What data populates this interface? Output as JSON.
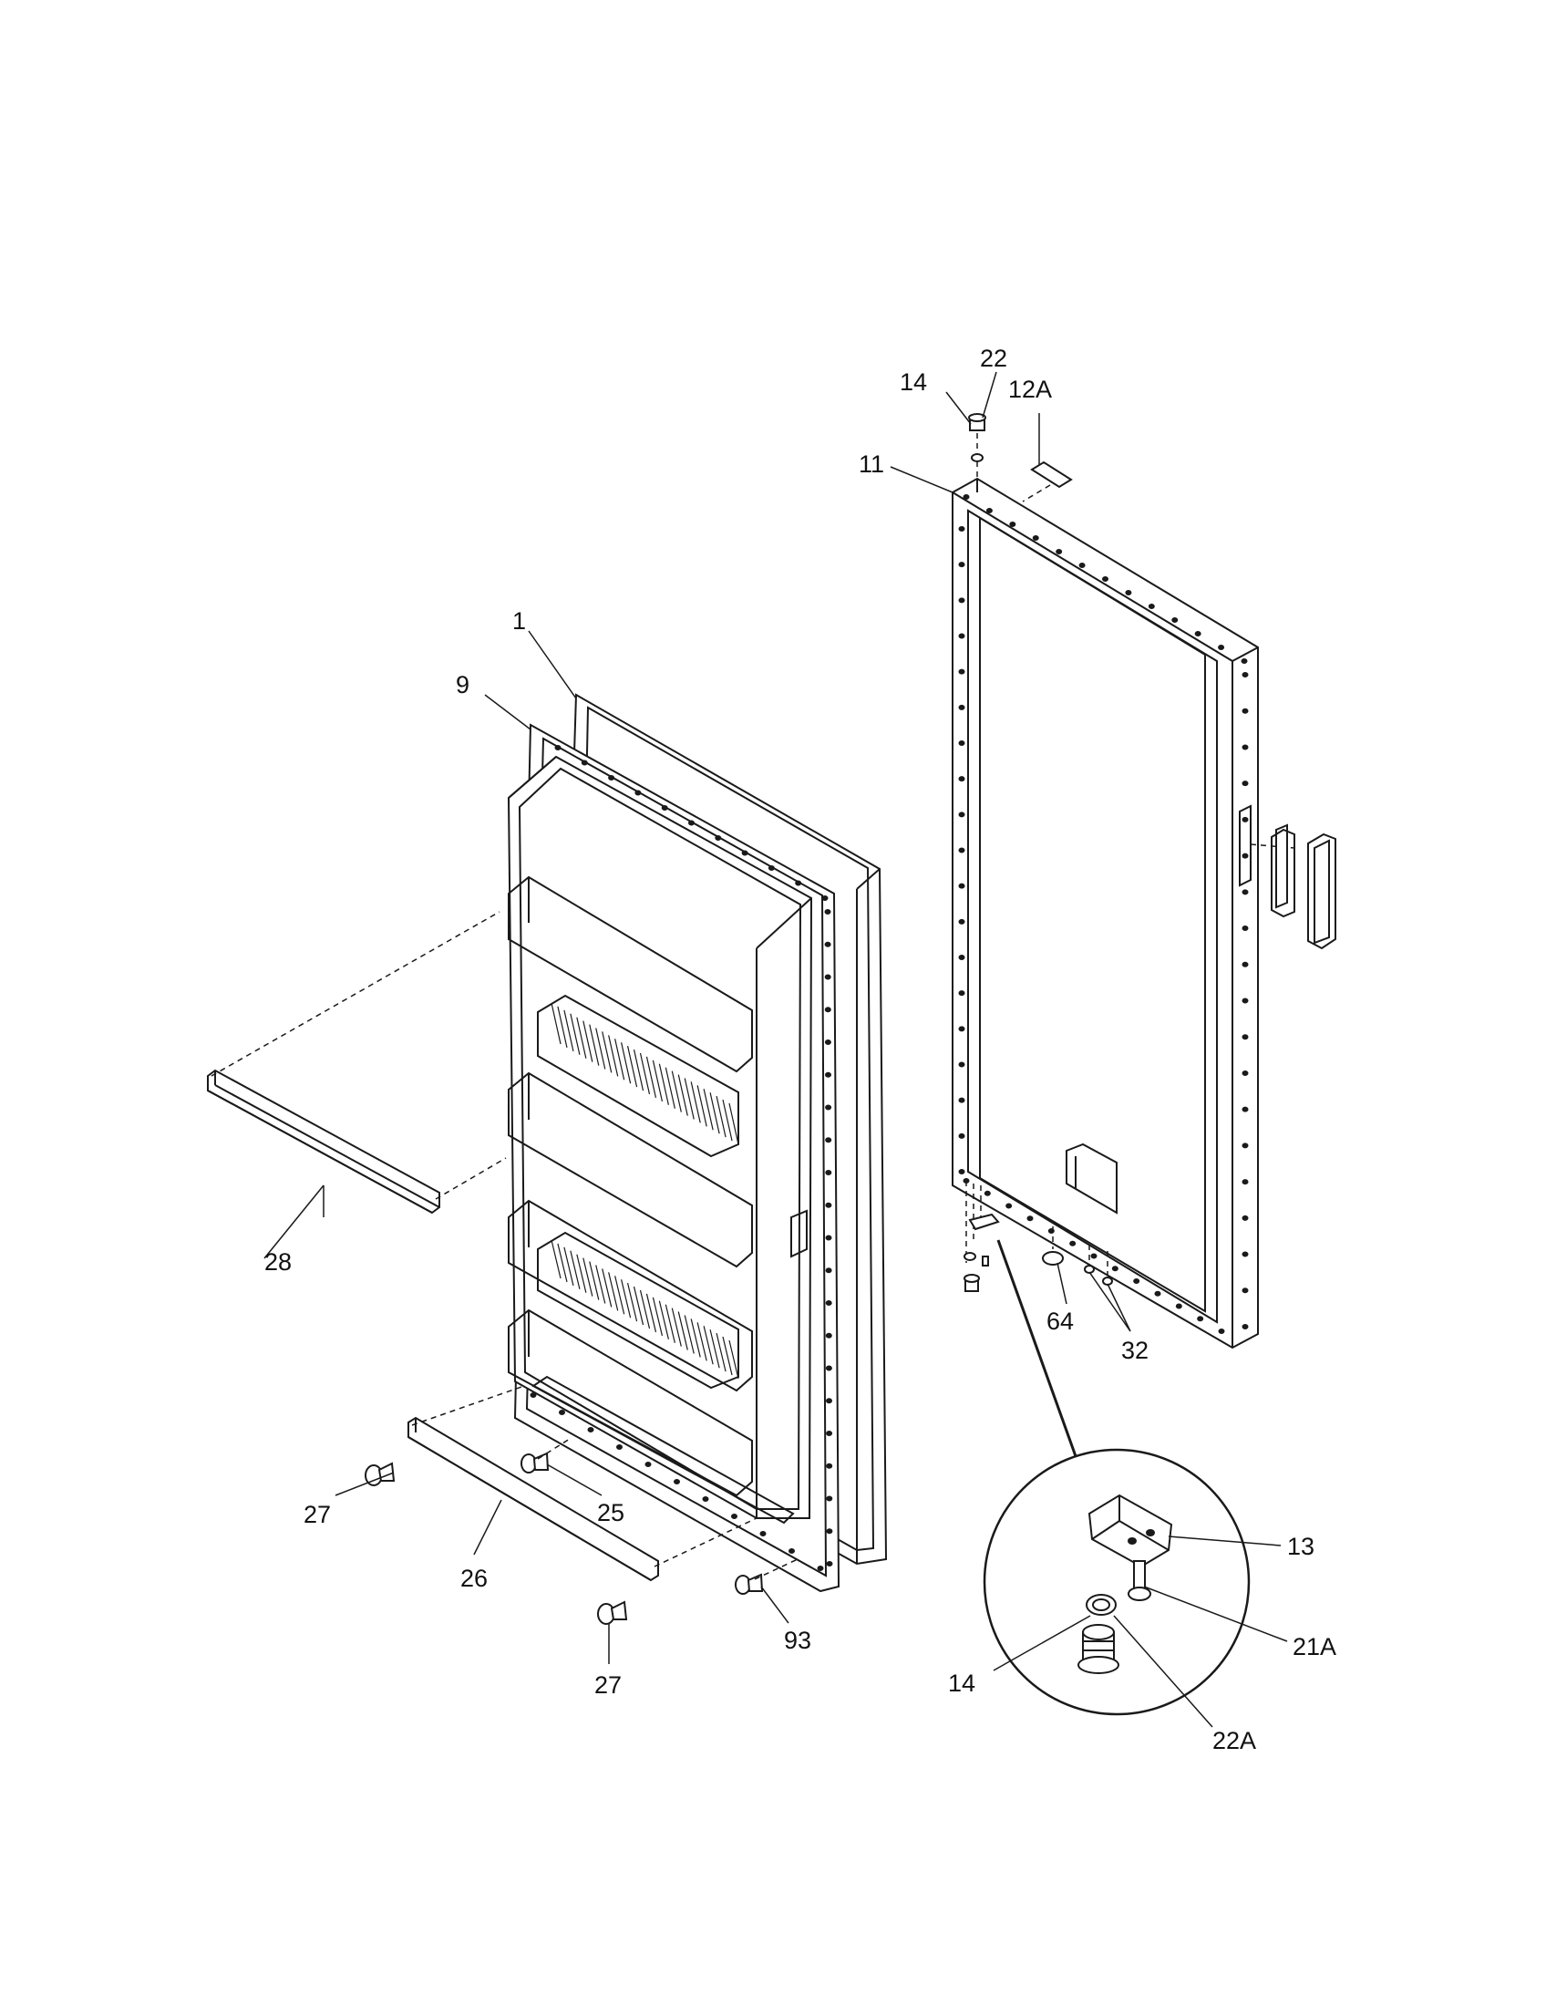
{
  "colors": {
    "ink": "#1a1a1a",
    "background": "#ffffff"
  },
  "labels": {
    "p1": "1",
    "p9": "9",
    "p11": "11",
    "p12a": "12A",
    "p13": "13",
    "p14_top": "14",
    "p14_detail": "14",
    "p21a": "21A",
    "p22_top": "22",
    "p22a": "22A",
    "p25": "25",
    "p26": "26",
    "p27_left": "27",
    "p27_bottom": "27",
    "p28": "28",
    "p32": "32",
    "p64": "64",
    "p93": "93"
  }
}
